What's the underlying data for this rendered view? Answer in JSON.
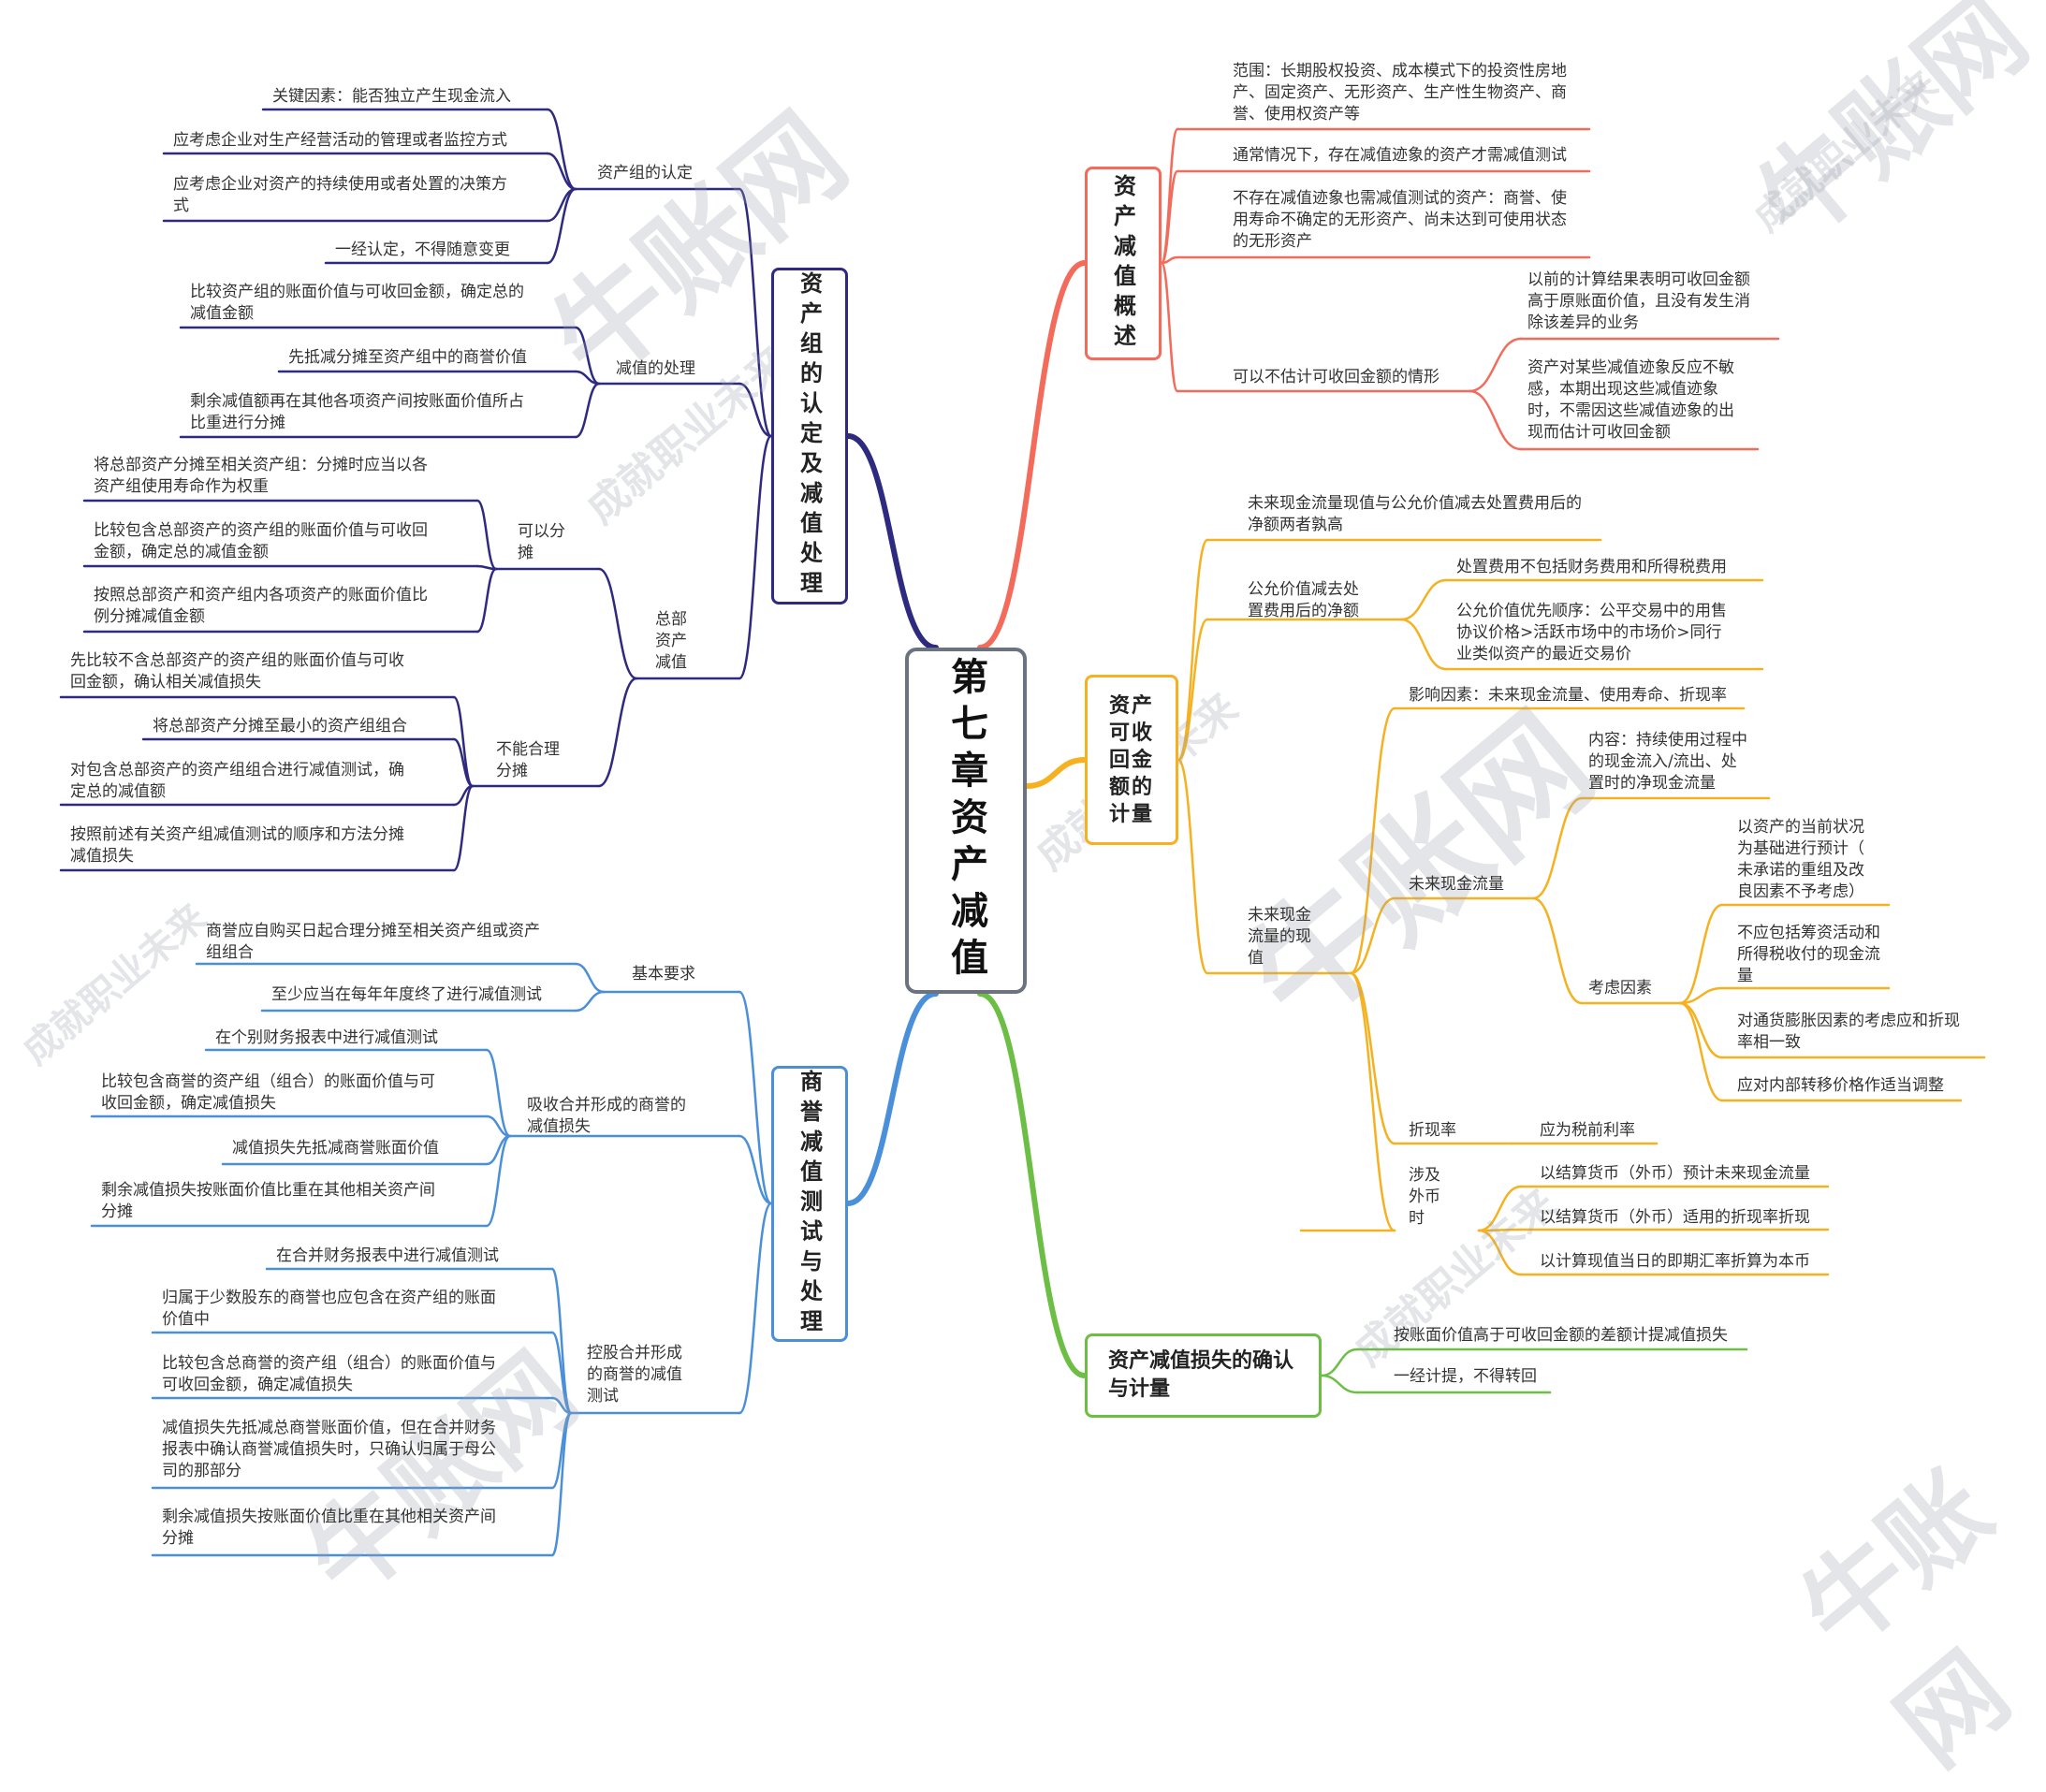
{
  "title": "第七章资产减值",
  "colors": {
    "red": "#f26b5b",
    "yellow": "#f5b120",
    "green": "#6cbe45",
    "blue": "#4a8fd9",
    "navy": "#2e2a80",
    "center_border": "#6b7280"
  },
  "branches": {
    "overview": {
      "label": "资产减值概述",
      "items": {
        "scope": "范围：长期股权投资、成本模式下的投资性房地\n产、固定资产、无形资产、生产性生物资产、商\n誉、使用权资产等",
        "normal": "通常情况下，存在减值迹象的资产才需减值测试",
        "no_sign": "不存在减值迹象也需减值测试的资产：商誉、使\n用寿命不确定的无形资产、尚未达到可使用状态\n的无形资产",
        "no_estimate": "可以不估计可收回金额的情形",
        "prev_result": "以前的计算结果表明可收回金额\n高于原账面价值，且没有发生消\n除该差异的业务",
        "insensitive": "资产对某些减值迹象反应不敏\n感，本期出现这些减值迹象\n时，不需因这些减值迹象的出\n现而估计可收回金额"
      }
    },
    "recoverable": {
      "label": "资产可收回金额的计量",
      "items": {
        "higher": "未来现金流量现值与公允价值减去处置费用后的\n净额两者孰高",
        "fv_net": "公允价值减去处\n置费用后的净额",
        "disposal_cost": "处置费用不包括财务费用和所得税费用",
        "fv_order": "公允价值优先顺序：公平交易中的用售\n协议价格>活跃市场中的市场价>同行\n业类似资产的最近交易价",
        "pv": "未来现金\n流量的现\n值",
        "factors": "影响因素：未来现金流量、使用寿命、折现率",
        "future_cf": "未来现金流量",
        "content": "内容：持续使用过程中\n的现金流入/流出、处\n置时的净现金流量",
        "consider": "考虑因素",
        "current_state": "以资产的当前状况\n为基础进行预计（\n未承诺的重组及改\n良因素不予考虑）",
        "no_financing": "不应包括筹资活动和\n所得税收付的现金流\n量",
        "inflation": "对通货膨胀因素的考虑应和折现\n率相一致",
        "transfer_price": "应对内部转移价格作适当调整",
        "discount_rate": "折现率",
        "pretax": "应为税前利率",
        "foreign": "涉及\n外币\n时",
        "fx1": "以结算货币（外币）预计未来现金流量",
        "fx2": "以结算货币（外币）适用的折现率折现",
        "fx3": "以计算现值当日的即期汇率折算为本币"
      }
    },
    "loss": {
      "label": "资产减值损失的确认与计量",
      "items": {
        "recognize": "按账面价值高于可收回金额的差额计提减值损失",
        "no_reverse": "一经计提，不得转回"
      }
    },
    "goodwill": {
      "label": "商誉减值测试与处理",
      "items": {
        "basic": "基本要求",
        "basic1": "商誉应自购买日起合理分摊至相关资产组或资产\n组组合",
        "basic2": "至少应当在每年年度终了进行减值测试",
        "absorb": "吸收合并形成的商誉的\n减值损失",
        "absorb1": "在个别财务报表中进行减值测试",
        "absorb2": "比较包含商誉的资产组（组合）的账面价值与可\n收回金额，确定减值损失",
        "absorb3": "减值损失先抵减商誉账面价值",
        "absorb4": "剩余减值损失按账面价值比重在其他相关资产间\n分摊",
        "control": "控股合并形成\n的商誉的减值\n测试",
        "control1": "在合并财务报表中进行减值测试",
        "control2": "归属于少数股东的商誉也应包含在资产组的账面\n价值中",
        "control3": "比较包含总商誉的资产组（组合）的账面价值与\n可收回金额，确定减值损失",
        "control4": "减值损失先抵减总商誉账面价值，但在合并财务\n报表中确认商誉减值损失时，只确认归属于母公\n司的那部分",
        "control5": "剩余减值损失按账面价值比重在其他相关资产间\n分摊"
      }
    },
    "group": {
      "label": "资产组的认定及减值处理",
      "items": {
        "recognition": "资产组的认定",
        "key": "关键因素：能否独立产生现金流入",
        "mgmt": "应考虑企业对生产经营活动的管理或者监控方式",
        "decision": "应考虑企业对资产的持续使用或者处置的决策方\n式",
        "once": "一经认定，不得随意变更",
        "handling": "减值的处理",
        "h1": "比较资产组的账面价值与可收回金额，确定总的\n减值金额",
        "h2": "先抵减分摊至资产组中的商誉价值",
        "h3": "剩余减值额再在其他各项资产间按账面价值所占\n比重进行分摊",
        "hq": "总部\n资产\n减值",
        "can": "可以分\n摊",
        "can1": "将总部资产分摊至相关资产组：分摊时应当以各\n资产组使用寿命作为权重",
        "can2": "比较包含总部资产的资产组的账面价值与可收回\n金额，确定总的减值金额",
        "can3": "按照总部资产和资产组内各项资产的账面价值比\n例分摊减值金额",
        "cannot": "不能合理\n分摊",
        "cannot1": "先比较不含总部资产的资产组的账面价值与可收\n回金额，确认相关减值损失",
        "cannot2": "将总部资产分摊至最小的资产组组合",
        "cannot3": "对包含总部资产的资产组组合进行减值测试，确\n定总的减值额",
        "cannot4": "按照前述有关资产组减值测试的顺序和方法分摊\n减值损失"
      }
    }
  },
  "watermarks": [
    "牛账网",
    "成就职业未来"
  ]
}
